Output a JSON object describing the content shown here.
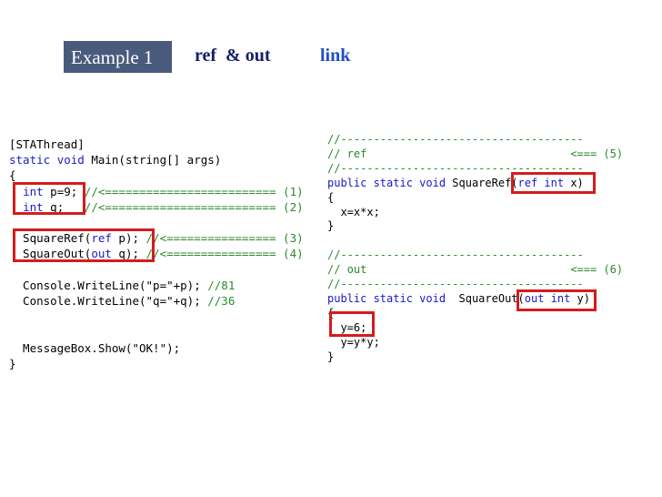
{
  "header": {
    "tab_label": "Example 1",
    "ref_out_text": "ref  & out",
    "link_text": "link"
  },
  "left_code": {
    "line1": "[STAThread]",
    "line2_kw1": "static",
    "line2_kw2": "void",
    "line2_rest": " Main(string[] args)",
    "line3": "{",
    "line4_pre": "  ",
    "line4_kw": "int",
    "line4_mid": " p=9; ",
    "line4_comment": "//<========================= (1)",
    "line5_pre": "  ",
    "line5_kw": "int",
    "line5_mid": " q;   ",
    "line5_comment": "//<========================= (2)",
    "line6_pre": "  SquareRef(",
    "line6_kw": "ref",
    "line6_mid": " p); ",
    "line6_comment": "//<================ (3)",
    "line7_pre": "  SquareOut(",
    "line7_kw": "out",
    "line7_mid": " q); ",
    "line7_comment": "//<================ (4)",
    "line8_pre": "  Console.WriteLine(\"p=\"+p); ",
    "line8_comment": "//81",
    "line9_pre": "  Console.WriteLine(\"q=\"+q); ",
    "line9_comment": "//36",
    "line10": "  MessageBox.Show(\"OK!\");",
    "line11": "}"
  },
  "right_code": {
    "sep1": "//-------------------------------------",
    "ref_comment": "// ref",
    "ref_marker": "<=== (5)",
    "sep2": "//-------------------------------------",
    "ref_sig_kw": "public static void",
    "ref_sig_name": " SquareRef(",
    "ref_sig_param_kw": "ref int",
    "ref_sig_param_rest": " x)",
    "open1": "{",
    "body1": "  x=x*x;",
    "close1": "}",
    "sep3": "//-------------------------------------",
    "out_comment": "// out",
    "out_marker": "<=== (6)",
    "sep4": "//-------------------------------------",
    "out_sig_kw": "public static void",
    "out_sig_name": "  SquareOut(",
    "out_sig_param_kw": "out int",
    "out_sig_param_rest": " y)",
    "open2": "{",
    "body2a": "  y=6;",
    "body2b": "  y=y*y;",
    "close2": "}"
  }
}
